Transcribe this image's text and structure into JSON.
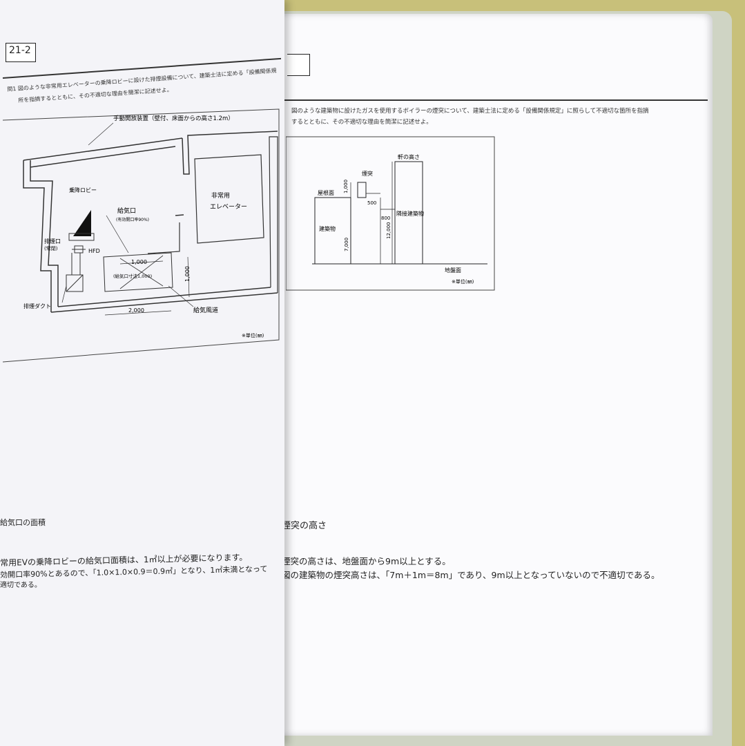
{
  "left_page": {
    "problem_number": "21-2",
    "question_lines": [
      "問1 図のような非常用エレベーターの乗降ロビーに設けた排煙設備について、建築士法に定める「設備関係規",
      "所を指摘するとともに、その不適切な理由を簡潔に記述せよ。"
    ],
    "diagram": {
      "manual_opener": "手動開放装置（壁付、床面からの高さ1.2m）",
      "lobby": "乗降ロビー",
      "elevator_line1": "非常用",
      "elevator_line2": "エレベーター",
      "air_inlet": "給気口",
      "air_inlet_note": "(有効開口率90%)",
      "exhaust_port": "排煙口",
      "exhaust_port_note": "(常閉)",
      "hfd": "HFD",
      "dim_1000_h": "1,000",
      "inlet_dims": "(給気口寸法1,000)",
      "dim_1000_v": "1,000",
      "dim_2000": "2,000",
      "exhaust_duct": "排煙ダクト",
      "air_duct": "給気風道",
      "unit": "※単位(㎜)"
    },
    "answer": {
      "title": "給気口の面積",
      "lines": [
        "常用EVの乗降ロビーの給気口面積は、1㎡以上が必要になります。",
        "効開口率90%とあるので、「1.0×1.0×0.9＝0.9㎡」となり、1㎡未満となって",
        "適切である。"
      ]
    }
  },
  "right_page": {
    "question_lines": [
      "図のような建築物に設けたガスを使用するボイラーの煙突について、建築士法に定める「設備関係規定」に照らして不適切な箇所を指摘",
      "するとともに、その不適切な理由を簡潔に記述せよ。"
    ],
    "diagram": {
      "chimney": "煙突",
      "eave_height": "軒の高さ",
      "roof_surface": "屋根面",
      "dim_1000": "1,000",
      "dim_500": "500",
      "dim_800": "800",
      "building": "建築物",
      "dim_7000": "7,000",
      "dim_12000": "12,000",
      "adjacent": "隣接建築物",
      "ground": "地盤面",
      "unit": "※単位(㎜)"
    },
    "answer": {
      "title": "煙突の高さ",
      "lines": [
        "煙突の高さは、地盤面から9m以上とする。",
        "図の建築物の煙突高さは、「7m＋1m＝8m」であり、9m以上となっていないので不適切である。"
      ]
    }
  }
}
